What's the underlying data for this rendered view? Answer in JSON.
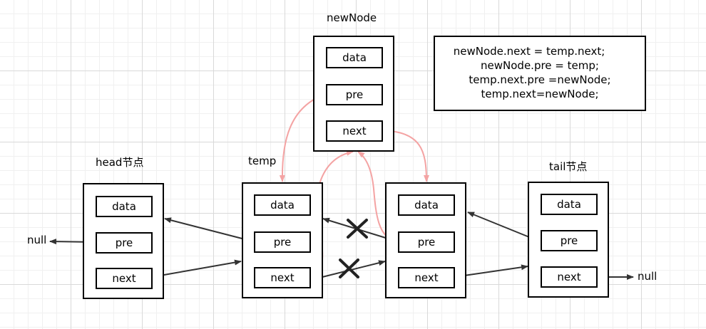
{
  "nodes": {
    "newNode": {
      "title": "newNode",
      "data": "data",
      "pre": "pre",
      "next": "next"
    },
    "head": {
      "title": "head节点",
      "data": "data",
      "pre": "pre",
      "next": "next"
    },
    "temp": {
      "title": "temp",
      "data": "data",
      "pre": "pre",
      "next": "next"
    },
    "next_node": {
      "title": "",
      "data": "data",
      "pre": "pre",
      "next": "next"
    },
    "tail": {
      "title": "tail节点",
      "data": "data",
      "pre": "pre",
      "next": "next"
    }
  },
  "null_left": "null",
  "null_right": "null",
  "code": [
    "newNode.next = temp.next;",
    "newNode.pre = temp;",
    "temp.next.pre =newNode;",
    "temp.next=newNode;"
  ],
  "colors": {
    "pink": "#f4a3a3",
    "dark": "#333333"
  }
}
